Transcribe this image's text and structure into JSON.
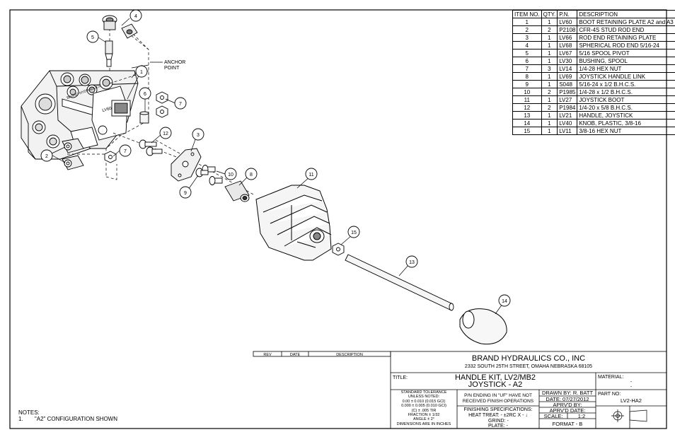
{
  "bom": {
    "headers": [
      "ITEM NO.",
      "QTY.",
      "P.N.",
      "DESCRIPTION"
    ],
    "rows": [
      [
        "1",
        "1",
        "LV60",
        "BOOT RETAINING PLATE A2 and A3"
      ],
      [
        "2",
        "2",
        "P2108",
        "CFR-4S STUD ROD END"
      ],
      [
        "3",
        "1",
        "LV66",
        "ROD END RETAINING PLATE"
      ],
      [
        "4",
        "1",
        "LV68",
        "SPHERICAL ROD END 5/16-24"
      ],
      [
        "5",
        "1",
        "LV67",
        "5/16 SPOOL PIVOT"
      ],
      [
        "6",
        "1",
        "LV30",
        "BUSHING, SPOOL"
      ],
      [
        "7",
        "3",
        "LV14",
        "1/4-28 HEX NUT"
      ],
      [
        "8",
        "1",
        "LV69",
        "JOYSTICK HANDLE LINK"
      ],
      [
        "9",
        "1",
        "S048",
        "5/16-24 x 1/2 B.H.C.S."
      ],
      [
        "10",
        "2",
        "P1985",
        "1/4-28 x 1/2 B.H.C.S."
      ],
      [
        "11",
        "1",
        "LV27",
        "JOYSTICK BOOT"
      ],
      [
        "12",
        "2",
        "P1984",
        "1/4-20 x 5/8 B.H.C.S."
      ],
      [
        "13",
        "1",
        "LV21",
        "HANDLE, JOYSTICK"
      ],
      [
        "14",
        "1",
        "LV40",
        "KNOB, PLASTIC, 3/8-16"
      ],
      [
        "15",
        "1",
        "LV11",
        "3/8-16 HEX NUT"
      ]
    ]
  },
  "callouts": {
    "c1": "1",
    "c2": "2",
    "c3": "3",
    "c4": "4",
    "c5": "5",
    "c6": "6",
    "c7a": "7",
    "c7b": "7",
    "c8": "8",
    "c9": "9",
    "c10": "10",
    "c11": "11",
    "c12": "12",
    "c13": "13",
    "c14": "14",
    "c15": "15"
  },
  "anchor_label_1": "ANCHOR",
  "anchor_label_2": "POINT",
  "valve_markings": {
    "m1": "LV60",
    "m2": "BRAND HYDRAULICS"
  },
  "revision_block": {
    "rev": "REV",
    "date": "DATE",
    "description": "DESCRIPTION"
  },
  "title_block": {
    "company": "BRAND HYDRAULICS CO., INC",
    "address": "2332 SOUTH 25TH STREET, OMAHA NEBRASKA 68105",
    "title_label": "TITLE:",
    "title_line1": "HANDLE KIT, LV2/MB2",
    "title_line2": "JOYSTICK - A2",
    "material_label": "MATERIAL:",
    "material_value1": "-",
    "material_value2": "-",
    "tolerance": [
      "STANDARD TOLERANCE",
      "UNLESS NOTED:",
      "0.00 ± 0.010 (0.015 GCI)",
      "0.000 ± 0.005 (0.010 GCI)",
      "(C) ± .005 TIR",
      "FRACTION ± 1/32",
      "ANGLE ± 2°",
      "DIMENSIONS ARE IN INCHES"
    ],
    "pn_note_1": "P/N ENDING IN \"UF\" HAVE NOT",
    "pn_note_2": "RECEIVED FINISH OPERATIONS",
    "finishing_label": "FINISHING SPECIFICATIONS:",
    "heat_treat": "HEAT TREAT: - ±2RC X - ↓",
    "grind": "GRIND: -",
    "plate": "PLATE: -",
    "drawn_by": "DRAWN BY: R. BATT",
    "date": "DATE: 07/27/2012",
    "aprvd_by": "APRV'D BY:",
    "aprvd_date": "APRV'D DATE:",
    "scale_label": "SCALE:",
    "scale_value": "1:2",
    "format": "FORMAT - B",
    "part_no_label": "PART NO:",
    "part_no": "LV2-HA2"
  },
  "notes": {
    "header": "NOTES:",
    "n1_num": "1.",
    "n1_text": "\"A2\" CONFIGURATION SHOWN"
  }
}
